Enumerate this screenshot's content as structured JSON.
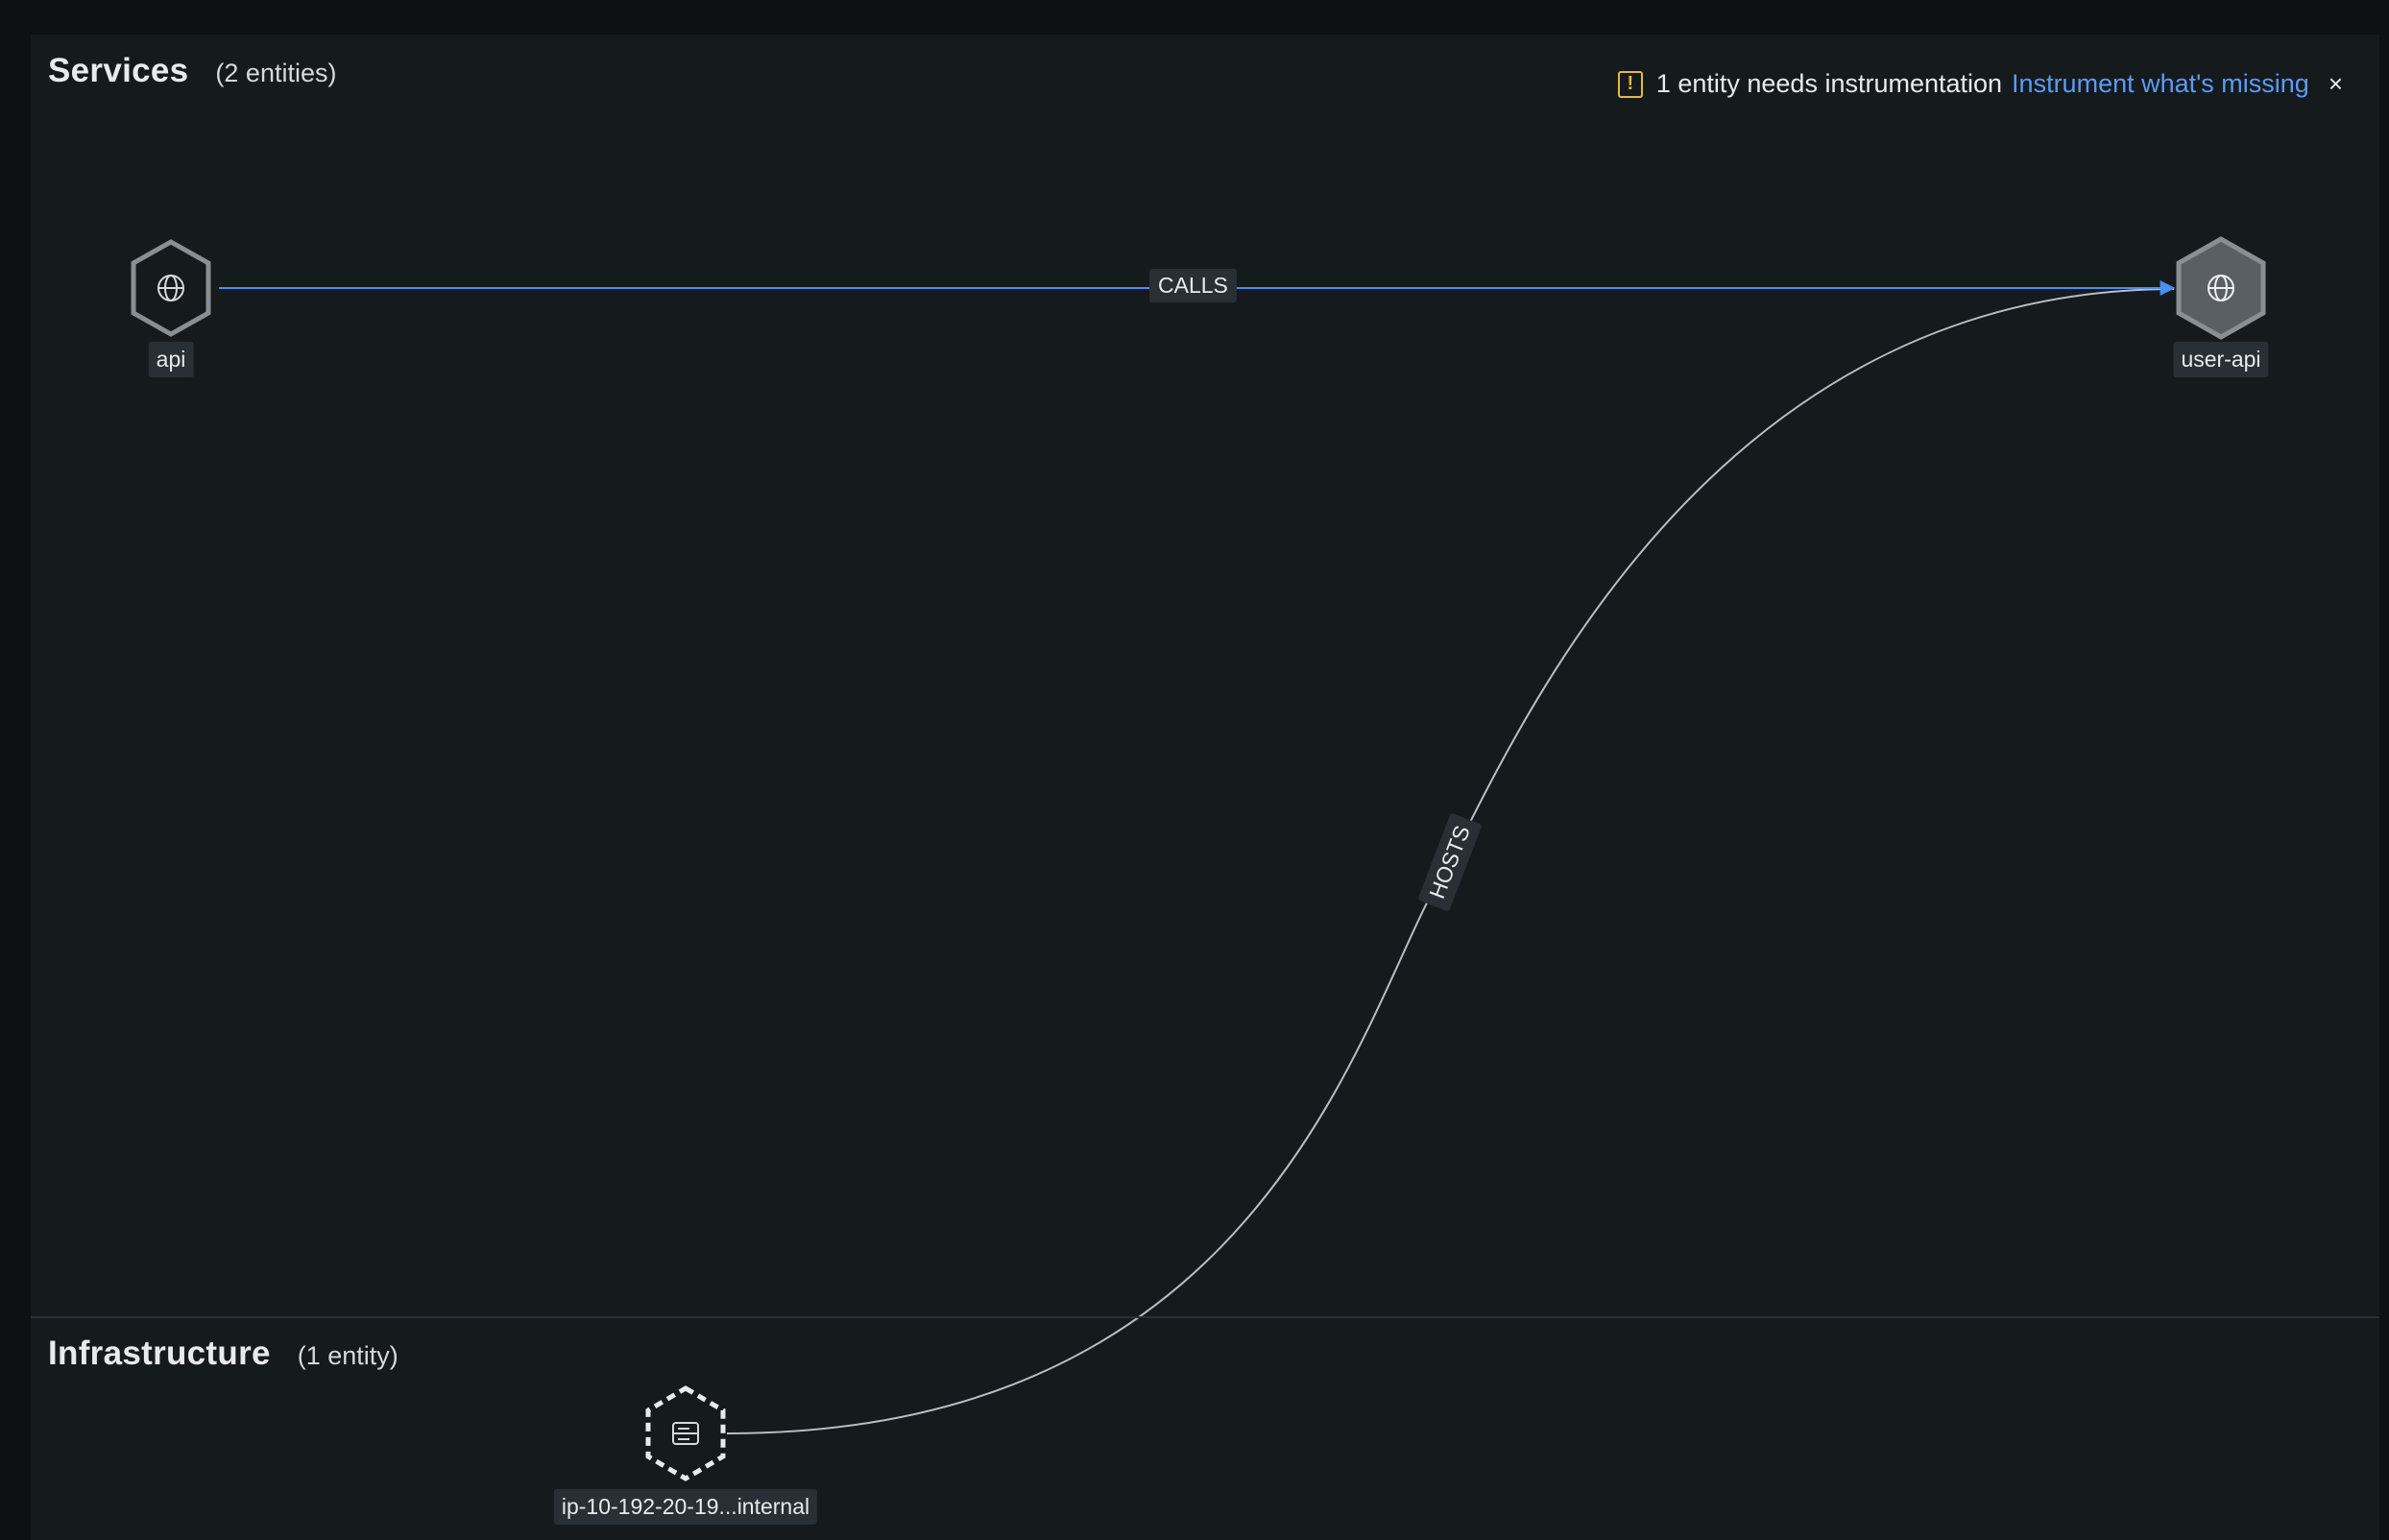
{
  "sections": {
    "services": {
      "title": "Services",
      "count": "(2 entities)"
    },
    "infrastructure": {
      "title": "Infrastructure",
      "count": "(1 entity)"
    }
  },
  "banner": {
    "icon": "warning-icon",
    "text": "1 entity needs instrumentation",
    "link": "Instrument what's missing",
    "close": "×"
  },
  "nodes": {
    "api": {
      "label": "api",
      "icon": "globe-icon"
    },
    "user_api": {
      "label": "user-api",
      "icon": "globe-icon"
    },
    "host": {
      "label": "ip-10-192-20-19...internal",
      "icon": "server-icon"
    }
  },
  "edges": {
    "calls": {
      "label": "CALLS",
      "color": "#4a8ef0"
    },
    "hosts": {
      "label": "HOSTS",
      "color": "#b9bec2"
    }
  },
  "colors": {
    "background": "#0d1113",
    "panel": "#151a1d",
    "accent_link": "#5b9cf3",
    "warning": "#e6b83c"
  }
}
